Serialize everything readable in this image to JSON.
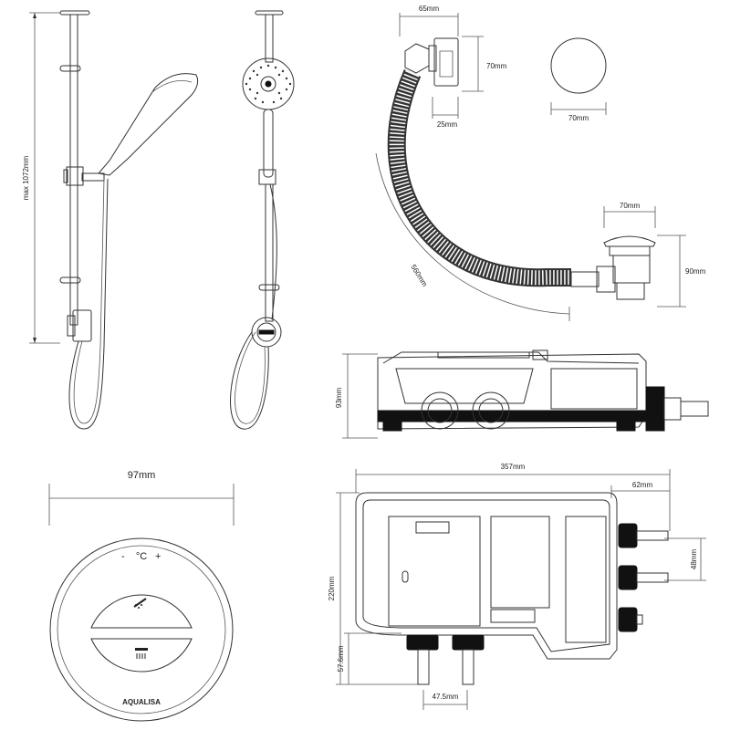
{
  "dimensions": {
    "riser_height": "max 1072mm",
    "bath_filler_top_width": "65mm",
    "bath_filler_height": "70mm",
    "bath_filler_depth": "25mm",
    "overflow_diameter": "70mm",
    "waste_top_width": "70mm",
    "waste_height": "90mm",
    "hose_length": "560mm",
    "processor_height": "93mm",
    "control_width": "97mm",
    "processor_length": "357mm",
    "processor_outlet_depth": "62mm",
    "processor_inlet_spacing": "48mm",
    "processor_depth": "220mm",
    "processor_bottom_offset": "57.6mm",
    "processor_outlet_spacing": "47.5mm"
  },
  "control": {
    "temp_minus": "-",
    "temp_unit": "°C",
    "temp_plus": "+",
    "brand": "AQUALISA"
  },
  "icons": {
    "upper_button": "handshower-icon",
    "lower_button": "overhead-shower-icon"
  },
  "colors": {
    "line": "#333333",
    "fill_dark": "#111111",
    "background": "#ffffff"
  }
}
